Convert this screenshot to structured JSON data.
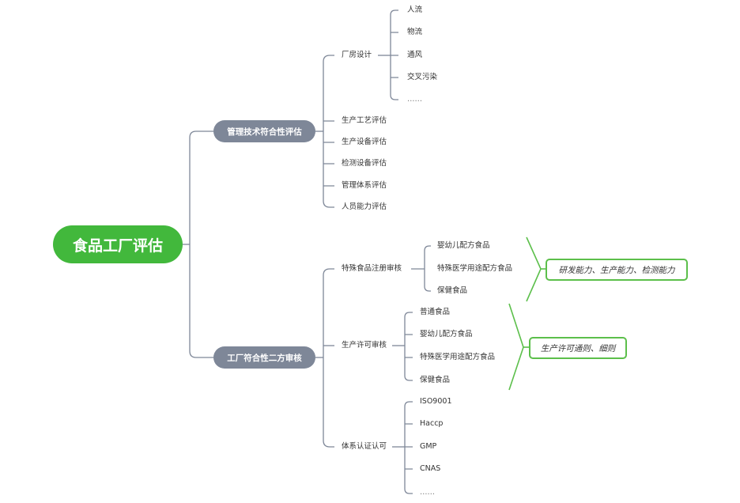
{
  "root": "食品工厂评估",
  "branch1": {
    "label": "管理技术符合性评估",
    "children": {
      "plant_design": {
        "label": "厂房设计",
        "items": [
          "人流",
          "物流",
          "通风",
          "交叉污染",
          "……"
        ]
      },
      "others": [
        "生产工艺评估",
        "生产设备评估",
        "检测设备评估",
        "管理体系评估",
        "人员能力评估"
      ]
    }
  },
  "branch2": {
    "label": "工厂符合性二方审核",
    "special_food": {
      "label": "特殊食品注册审核",
      "items": [
        "婴幼儿配方食品",
        "特殊医学用途配方食品",
        "保健食品"
      ],
      "summary": "研发能力、生产能力、检测能力"
    },
    "license": {
      "label": "生产许可审核",
      "items": [
        "普通食品",
        "婴幼儿配方食品",
        "特殊医学用途配方食品",
        "保健食品"
      ],
      "summary": "生产许可通则、细则"
    },
    "certification": {
      "label": "体系认证认可",
      "items": [
        "ISO9001",
        "Haccp",
        "GMP",
        "CNAS",
        "……"
      ]
    }
  },
  "colors": {
    "root": "#42b83c",
    "category": "#7e8798",
    "line": "#7e8798",
    "accent": "#5cbf4b"
  }
}
